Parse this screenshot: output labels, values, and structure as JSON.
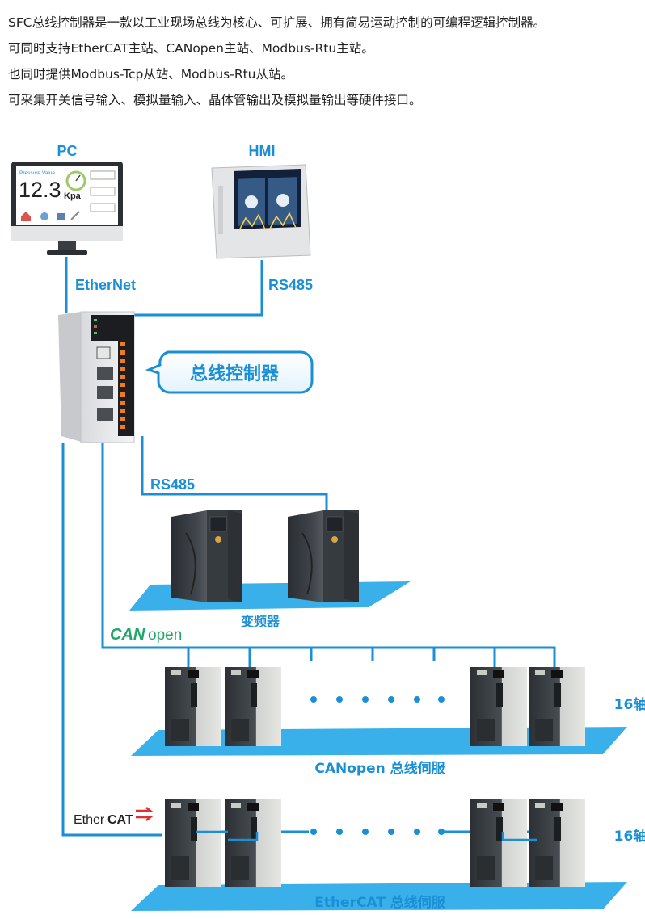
{
  "intro": {
    "line1": "SFC总线控制器是一款以工业现场总线为核心、可扩展、拥有简易运动控制的可编程逻辑控制器。",
    "line2": "可同时支持EtherCAT主站、CANopen主站、Modbus-Rtu主站。",
    "line3": "也同时提供Modbus-Tcp从站、Modbus-Rtu从站。",
    "line4": "可采集开关信号输入、模拟量输入、晶体管输出及模拟量输出等硬件接口。"
  },
  "pc": {
    "label": "PC",
    "screen_title": "Pressure Value",
    "screen_value": "12.3",
    "screen_unit": "Kpa"
  },
  "hmi": {
    "label": "HMI"
  },
  "links": {
    "ethernet": "EtherNet",
    "rs485_top": "RS485",
    "rs485_mid": "RS485"
  },
  "controller": {
    "bubble": "总线控制器"
  },
  "inverter": {
    "caption": "变频器"
  },
  "canopen": {
    "logo_can": "CAN",
    "logo_open": "open",
    "axis": "16轴",
    "caption": "CANopen 总线伺服"
  },
  "ethercat": {
    "logo_ether": "Ether",
    "logo_cat": "CAT",
    "axis": "16轴",
    "caption": "EtherCAT 总线伺服"
  },
  "colors": {
    "accent": "#1a8fd6",
    "platform": "#3ab0ea",
    "device": "#3c4247"
  }
}
